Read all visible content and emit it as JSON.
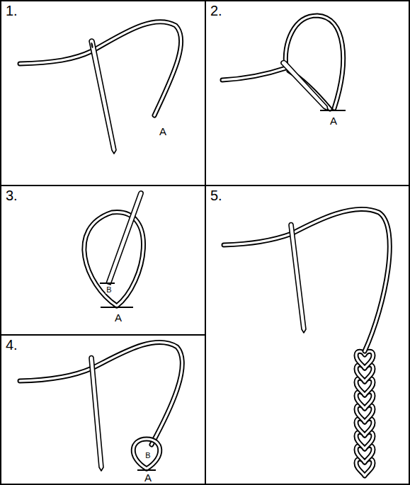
{
  "diagram": {
    "nodes": [
      {
        "text": [
          "1.",
          "A"
        ]
      },
      {
        "text": [
          "2.",
          "A"
        ]
      },
      {
        "text": [
          "3.",
          "B",
          "A"
        ]
      },
      {
        "text": [
          "4.",
          "B",
          "A"
        ]
      },
      {
        "text": [
          "5."
        ]
      }
    ]
  }
}
